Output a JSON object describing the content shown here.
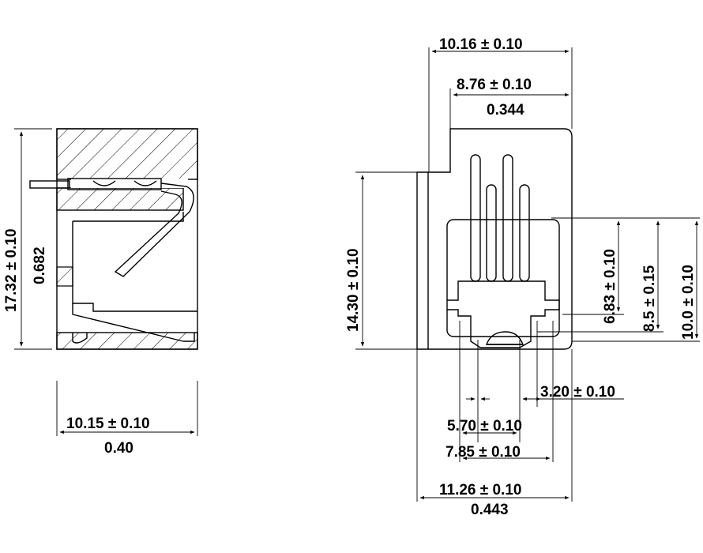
{
  "side_view": {
    "height_label": "17.32 ± 0.10",
    "height_inch": "0.682",
    "width_label": "10.15 ± 0.10",
    "width_inch": "0.40"
  },
  "front_view": {
    "top_width_label": "10.16 ± 0.10",
    "inner_width_label": "8.76 ± 0.10",
    "inner_width_inch": "0.344",
    "height_label": "14.30 ± 0.10",
    "dim_683_label": "6.83 ± 0.10",
    "dim_85_label": "8.5 ± 0.15",
    "dim_100_label": "10.0 ± 0.10",
    "dim_320_label": "3.20 ± 0.10",
    "dim_570_label": "5.70 ± 0.10",
    "dim_785_label": "7.85 ± 0.10",
    "bottom_width_label": "11.26 ± 0.10",
    "bottom_width_inch": "0.443"
  }
}
